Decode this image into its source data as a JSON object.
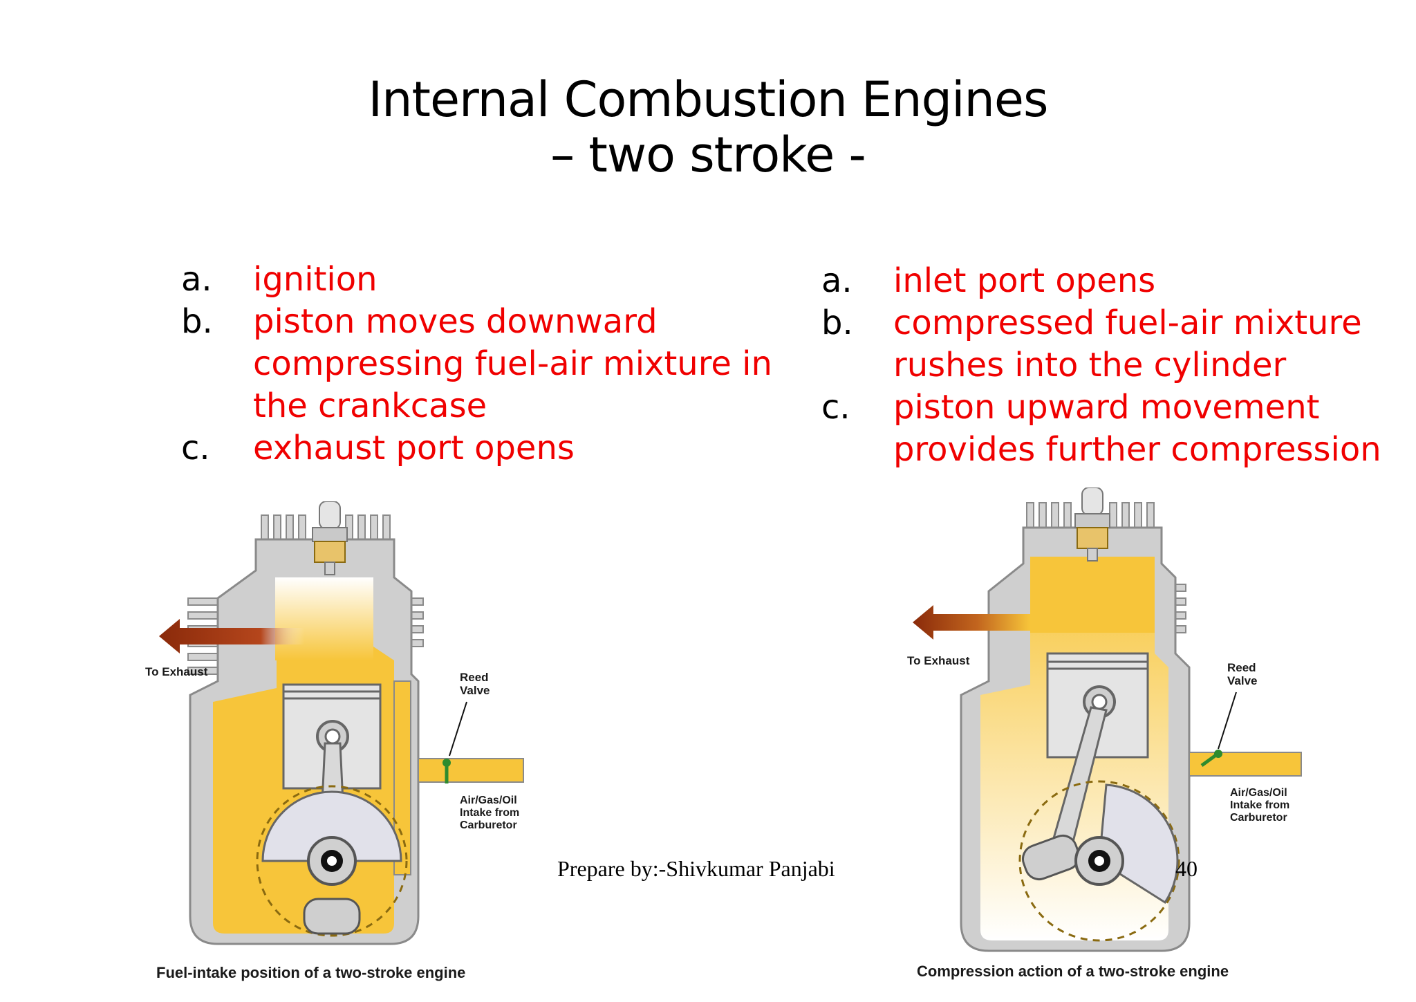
{
  "title": {
    "line1": "Internal Combustion Engines",
    "line2": "– two stroke -"
  },
  "left_steps": [
    {
      "marker": "a.",
      "lines": [
        "ignition"
      ]
    },
    {
      "marker": "b.",
      "lines": [
        "piston moves downward",
        "compressing fuel-air mixture in",
        "the crankcase"
      ]
    },
    {
      "marker": "c.",
      "lines": [
        "exhaust port opens"
      ]
    }
  ],
  "right_steps": [
    {
      "marker": "a.",
      "lines": [
        "inlet port opens"
      ]
    },
    {
      "marker": "b.",
      "lines": [
        "compressed fuel-air mixture",
        "rushes into the cylinder"
      ]
    },
    {
      "marker": "c.",
      "lines": [
        "piston upward movement",
        "provides further compression"
      ]
    }
  ],
  "left_diagram": {
    "exhaust_label": "To Exhaust",
    "reed_label": [
      "Reed",
      "Valve"
    ],
    "intake_label": [
      "Air/Gas/Oil",
      "Intake from",
      "Carburetor"
    ],
    "caption": "Fuel-intake position of a two-stroke engine"
  },
  "right_diagram": {
    "exhaust_label": "To Exhaust",
    "reed_label": [
      "Reed",
      "Valve"
    ],
    "intake_label": [
      "Air/Gas/Oil",
      "Intake from",
      "Carburetor"
    ],
    "caption": "Compression action of a two-stroke engine"
  },
  "footer": {
    "prepared_by": "Prepare by:-Shivkumar Panjabi",
    "page_number": "40"
  },
  "colors": {
    "step_text": "#f00000",
    "fuel_mixture": "#f7c53a",
    "engine_body": "#cfcfcf",
    "exhaust_arrow": "#8a2a0a",
    "reed_valve": "#2e8b2e"
  }
}
